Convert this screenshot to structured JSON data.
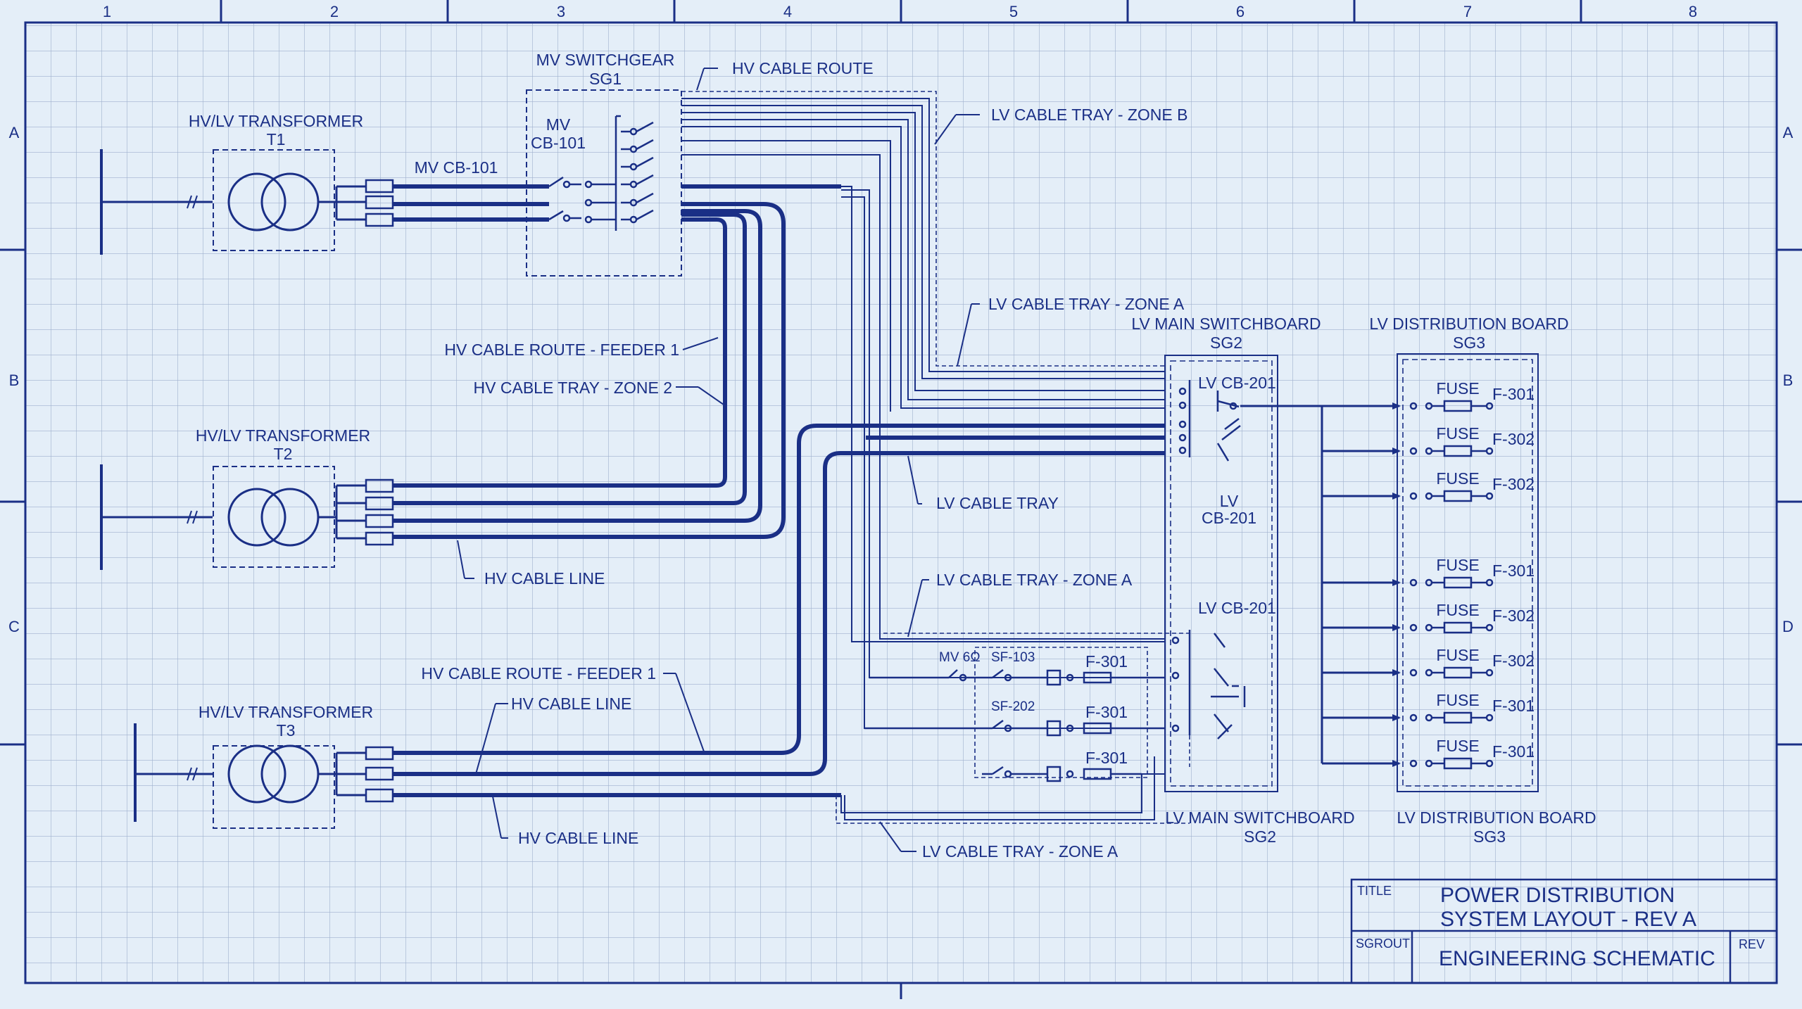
{
  "colors": {
    "background": "#e4eef8",
    "grid": "#9fb0cd",
    "line": "#1a2f86",
    "ink": "#1a2f86"
  },
  "zones": {
    "columns": [
      "1",
      "2",
      "3",
      "4",
      "5",
      "6",
      "7",
      "8"
    ],
    "rows_left": [
      "A",
      "B",
      "C"
    ],
    "rows_right": [
      "A",
      "B",
      "D"
    ]
  },
  "labels": {
    "mv_switchgear": "MV SWITCHGEAR",
    "sg1": "SG1",
    "hv_cable_route_top": "HV CABLE ROUTE",
    "lv_cable_tray_zone_b": "LV CABLE TRAY - ZONE B",
    "t1_title": "HV/LV TRANSFORMER",
    "t1_id": "T1",
    "mv_cb101": "MV CB-101",
    "mv_inner": "MV",
    "cb101_inner": "CB-101",
    "lv_cable_tray_zone_a_1": "LV CABLE TRAY - ZONE A",
    "lv_main_switchboard_top": "LV MAIN SWITCHBOARD",
    "sg2_top": "SG2",
    "lv_distribution_board_top": "LV DISTRIBUTION BOARD",
    "sg3_top": "SG3",
    "hv_route_feeder1_a": "HV CABLE ROUTE - FEEDER 1",
    "hv_tray_zone2": "HV CABLE TRAY - ZONE 2",
    "lv_cb201_a": "LV CB-201",
    "t2_title": "HV/LV TRANSFORMER",
    "t2_id": "T2",
    "lv_cable_tray": "LV CABLE TRAY",
    "lv_inner": "LV",
    "cb201_inner": "CB-201",
    "hv_cable_line_1": "HV CABLE LINE",
    "lv_cable_tray_zone_a_2": "LV CABLE TRAY - ZONE A",
    "lv_cb201_b": "LV CB-201",
    "mv_60": "MV 6Ω",
    "sf103": "SF-103",
    "f301_a": "F-301",
    "hv_route_feeder1_b": "HV CABLE ROUTE - FEEDER 1",
    "hv_cable_line_2": "HV CABLE LINE",
    "sf202": "SF-202",
    "f301_b": "F-301",
    "t3_title": "HV/LV TRANSFORMER",
    "t3_id": "T3",
    "f301_c": "F-301",
    "hv_cable_line_3": "HV CABLE LINE",
    "lv_main_switchboard_bottom": "LV MAIN SWITCHBOARD",
    "sg2_bottom": "SG2",
    "lv_distribution_board_bottom": "LV DISTRIBUTION BOARD",
    "sg3_bottom": "SG3",
    "lv_cable_tray_zone_a_3": "LV CABLE TRAY - ZONE A"
  },
  "fuses": [
    {
      "fuse": "FUSE",
      "id": "F-301"
    },
    {
      "fuse": "FUSE",
      "id": "F-302"
    },
    {
      "fuse": "FUSE",
      "id": "F-302"
    },
    {
      "fuse": "FUSE",
      "id": "F-301"
    },
    {
      "fuse": "FUSE",
      "id": "F-302"
    },
    {
      "fuse": "FUSE",
      "id": "F-302"
    },
    {
      "fuse": "FUSE",
      "id": "F-301"
    },
    {
      "fuse": "FUSE",
      "id": "F-301"
    }
  ],
  "title_block": {
    "title_label": "TITLE",
    "title_line1": "POWER DISTRIBUTION",
    "title_line2": "SYSTEM LAYOUT - REV A",
    "group_label": "SGROUT",
    "subtitle": "ENGINEERING SCHEMATIC",
    "rev_label": "REV"
  }
}
